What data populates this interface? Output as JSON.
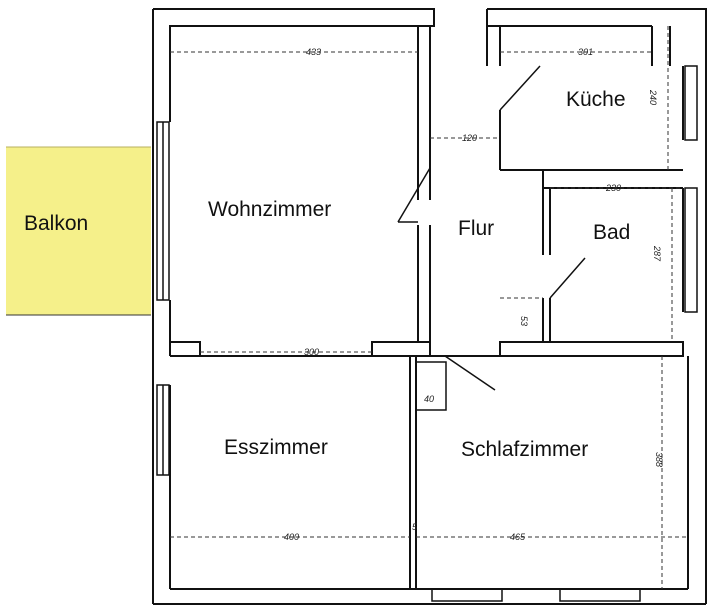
{
  "balcony": {
    "label": "Balkon",
    "color": "#f5f08a",
    "border": "#d8d070"
  },
  "rooms": {
    "wohnzimmer": "Wohnzimmer",
    "kueche": "Küche",
    "flur": "Flur",
    "bad": "Bad",
    "esszimmer": "Esszimmer",
    "schlafzimmer": "Schlafzimmer"
  },
  "dimensions": {
    "wohnzimmer_width": "433",
    "kueche_width": "301",
    "kueche_depth": "240",
    "flur_width": "120",
    "bad_width": "230",
    "bad_depth": "287",
    "bad_door": "53",
    "wohn_bottom": "300",
    "flur_small": "40",
    "esszimmer_width": "400",
    "schlafzimmer_width": "465",
    "schlafzimmer_depth": "388",
    "wall_mark": "5"
  },
  "colors": {
    "wall": "#111111",
    "paper": "#ffffff"
  }
}
